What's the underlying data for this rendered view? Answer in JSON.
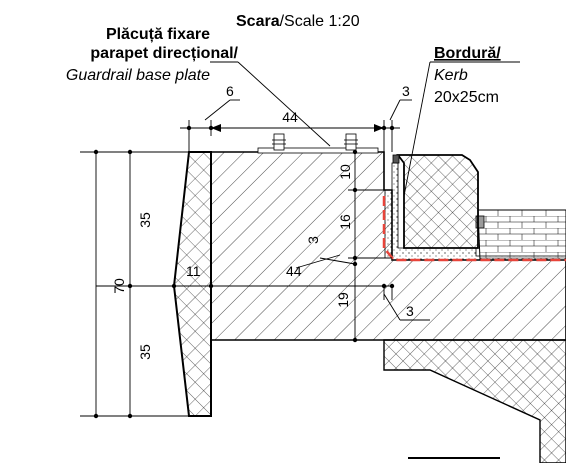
{
  "scale": {
    "label_bold": "Scara",
    "label_rest": "/Scale 1:20"
  },
  "plate_label": {
    "line1": "Plăcuță fixare",
    "line2": "parapet direcțional/",
    "line3": "Guardrail base plate"
  },
  "kerb_label": {
    "line1": "Bordură/",
    "line2": "Kerb",
    "line3": "20x25cm"
  },
  "dimensions": {
    "d_6": "6",
    "d_44_top": "44",
    "d_3_top": "3",
    "d_10": "10",
    "d_16": "16",
    "d_3_mid": "3",
    "d_44_mid": "44",
    "d_11": "11",
    "d_19": "19",
    "d_3_bottom": "3",
    "d_35_top": "35",
    "d_70": "70",
    "d_35_bottom": "35"
  },
  "colors": {
    "line": "#000000",
    "membrane": "#e8443a",
    "kerb_fill": "#f5f5f5"
  }
}
